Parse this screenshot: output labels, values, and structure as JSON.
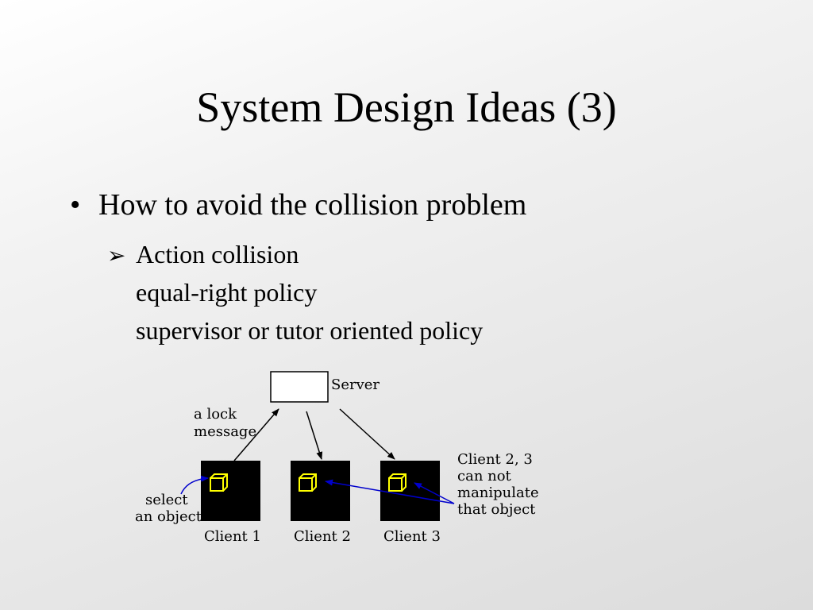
{
  "slide": {
    "title": "System Design Ideas (3)",
    "bullet": "How to avoid the collision problem",
    "bullet_marker": "•",
    "sub_marker": "➢",
    "sub_heading": "Action collision",
    "sub_lines": [
      "equal-right policy",
      "supervisor or tutor oriented policy"
    ]
  },
  "diagram": {
    "server_label": "Server",
    "lock_message_label": [
      "a lock",
      "message"
    ],
    "select_label": [
      "select",
      "an object"
    ],
    "clients": [
      "Client 1",
      "Client 2",
      "Client 3"
    ],
    "note_label": [
      "Client 2, 3",
      "can not",
      "manipulate",
      "that object"
    ],
    "colors": {
      "client_box": "#000000",
      "object": "#ffff00",
      "blue_arrow": "#0000cc"
    }
  }
}
